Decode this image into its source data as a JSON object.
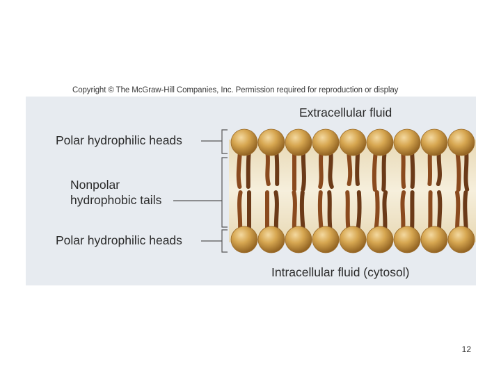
{
  "copyright": "Copyright © The McGraw-Hill Companies, Inc. Permission required for reproduction or display",
  "labels": {
    "extracellular": "Extracellular fluid",
    "intracellular": "Intracellular fluid (cytosol)",
    "heads_top": "Polar hydrophilic heads",
    "heads_bottom": "Polar hydrophilic heads",
    "tails_line1": "Nonpolar",
    "tails_line2": "hydrophobic tails"
  },
  "page_number": "12",
  "colors": {
    "panel_background": "#e7ebf0",
    "membrane_band": "#f1e6cc",
    "head": "#c9943a",
    "tail": "#8a4a1e",
    "tail_alt": "#6b3a18",
    "leader_line": "#555555"
  }
}
